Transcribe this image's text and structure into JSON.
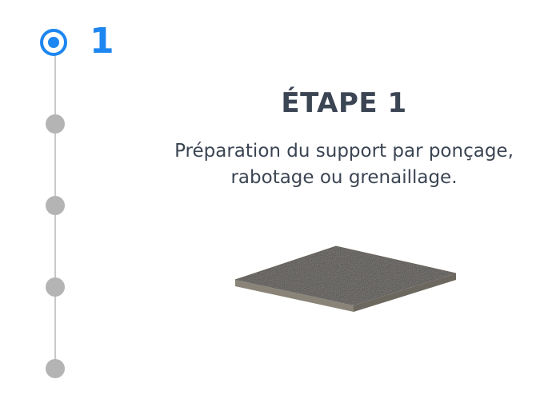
{
  "stepper": {
    "current_step_number": "1",
    "step_count": 5,
    "active_color": "#1d86f0",
    "inactive_color": "#b4b4b4"
  },
  "step": {
    "title": "ÉTAPE 1",
    "description": "Préparation du support par ponçage, rabotage ou grenaillage."
  },
  "illustration": {
    "icon": "sanded-floor-slab-icon"
  }
}
